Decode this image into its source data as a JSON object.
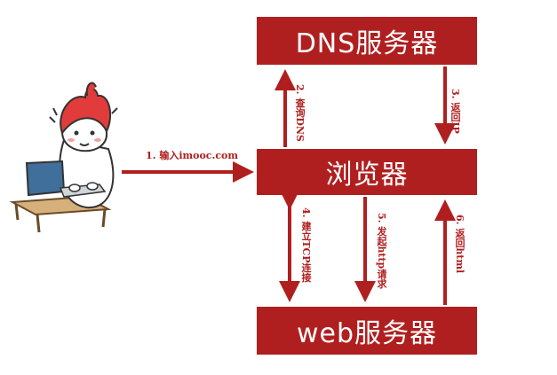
{
  "colors": {
    "accent": "#b01f1f",
    "background": "#ffffff"
  },
  "nodes": {
    "dns_server": "DNS服务器",
    "browser": "浏览器",
    "web_server": "web服务器"
  },
  "steps": {
    "step1": "1. 输入imooc.com",
    "step2": "2. 查询DNS",
    "step3": "3. 返回IP",
    "step4": "4. 建立TCP连接",
    "step5": "5. 发起http请求",
    "step6": "6. 返回html"
  },
  "illustration": {
    "icon": "user-at-computer-icon"
  }
}
